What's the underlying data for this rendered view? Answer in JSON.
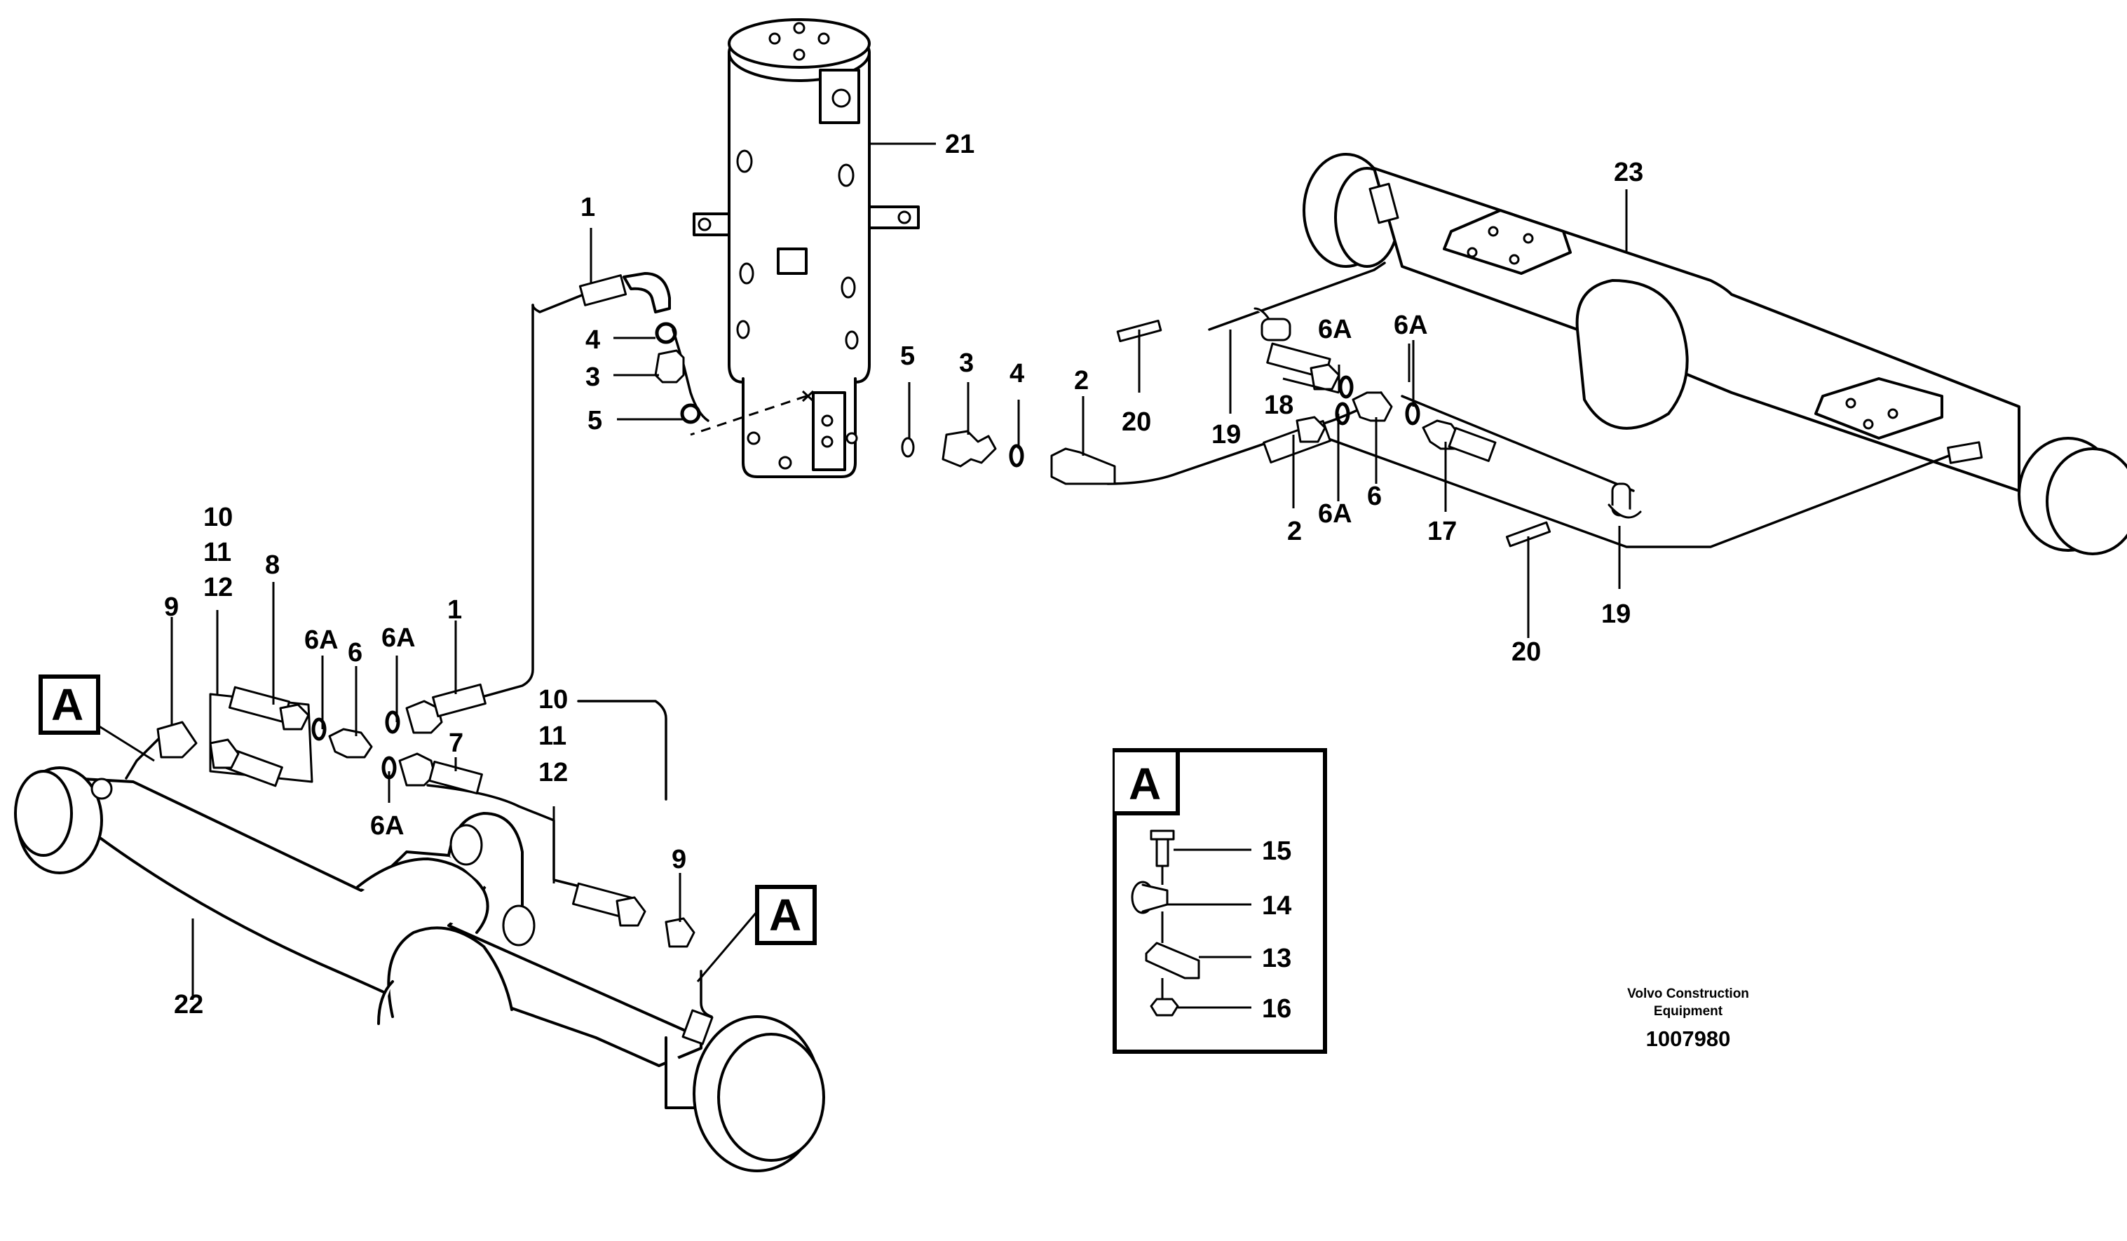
{
  "callouts": {
    "c1_top": "1",
    "c4_top": "4",
    "c3_top": "3",
    "c5_top": "5",
    "c21": "21",
    "c5_mid": "5",
    "c3_mid": "3",
    "c4_mid": "4",
    "c2_top": "2",
    "c20_top": "20",
    "c19_top": "19",
    "c6a_a": "6A",
    "c18": "18",
    "c6a_b": "6A",
    "c2_low": "2",
    "c6a_c": "6A",
    "c6_right": "6",
    "c17": "17",
    "c23": "23",
    "c20_low": "20",
    "c19_low": "19",
    "c10_left": "10",
    "c11_left": "11",
    "c12_left": "12",
    "c9_left": "9",
    "c8": "8",
    "c6a_d": "6A",
    "c6_left": "6",
    "c6a_e": "6A",
    "c1_left": "1",
    "c7": "7",
    "c6a_f": "6A",
    "c10_right": "10",
    "c11_right": "11",
    "c12_right": "12",
    "c9_right": "9",
    "c22": "22"
  },
  "detail_markers": {
    "marker_left": "A",
    "marker_right": "A",
    "detail_box_title": "A"
  },
  "detail_box_callouts": {
    "c15": "15",
    "c14": "14",
    "c13": "13",
    "c16": "16"
  },
  "footer": {
    "company_line1": "Volvo Construction",
    "company_line2": "Equipment",
    "drawing_number": "1007980"
  }
}
